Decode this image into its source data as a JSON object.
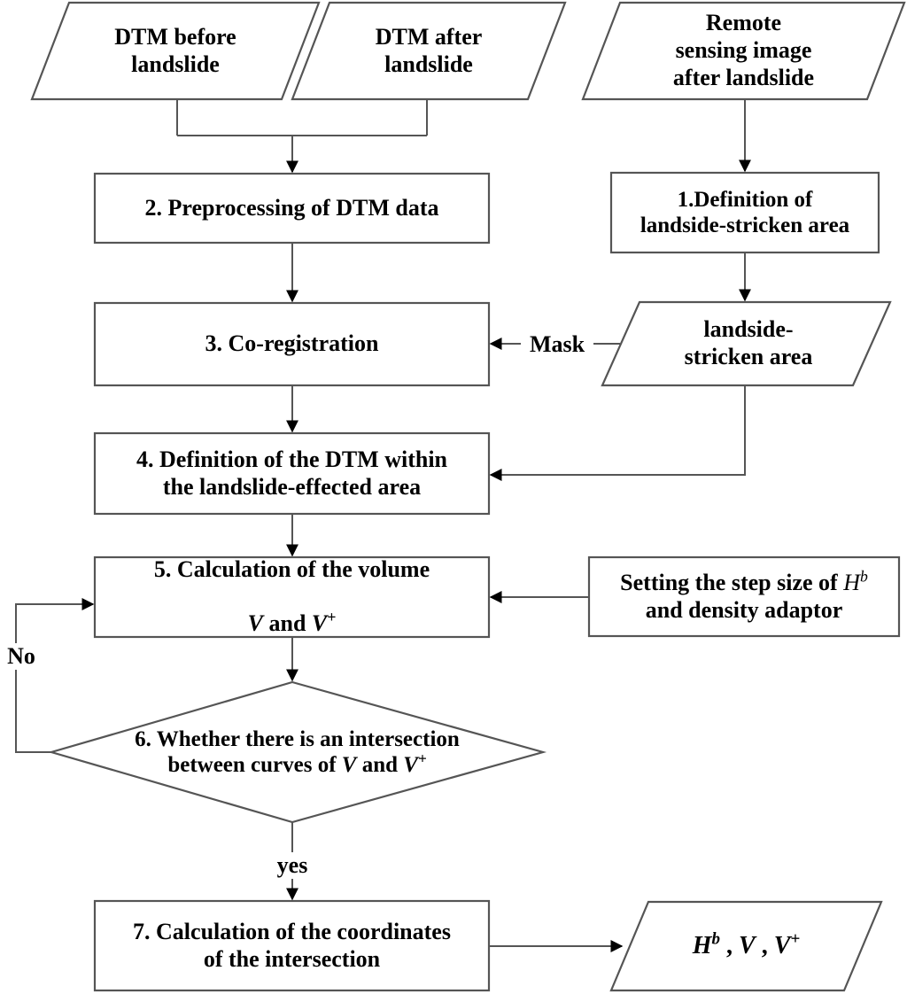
{
  "diagram": {
    "title": "Landslide volume estimation workflow flowchart",
    "stroke_color": "#555555",
    "text_color": "#000000",
    "background_color": "#ffffff",
    "arrowhead_color": "#000000"
  },
  "nodes": {
    "dtm_before": {
      "id": "dtm-before-landslide",
      "shape": "parallelogram",
      "label": "DTM before\nlandslide"
    },
    "dtm_after": {
      "id": "dtm-after-landslide",
      "shape": "parallelogram",
      "label": "DTM after\nlandslide"
    },
    "remote_image": {
      "id": "remote-sensing-image-after-landslide",
      "shape": "parallelogram",
      "label": "Remote\nsensing image\nafter landslide"
    },
    "step1": {
      "id": "definition-of-landside-stricken-area",
      "shape": "process",
      "label": "1.Definition of\nlandside-stricken area"
    },
    "step2": {
      "id": "preprocessing-of-dtm-data",
      "shape": "process",
      "label": "2. Preprocessing of DTM data"
    },
    "stricken_area": {
      "id": "landside-stricken-area-data",
      "shape": "parallelogram",
      "label": "landside-\nstricken area"
    },
    "step3": {
      "id": "co-registration",
      "shape": "process",
      "label": "3. Co-registration"
    },
    "step4": {
      "id": "definition-of-dtm-within-landslide-effected-area",
      "shape": "process",
      "label": "4. Definition of the DTM within\nthe landslide-effected area"
    },
    "step5": {
      "id": "calculation-of-the-volume",
      "shape": "process",
      "line1": "5. Calculation of the volume",
      "line2_prefix": "",
      "line2_var1": "V",
      "line2_mid": " and ",
      "line2_var2": "V",
      "line2_var2_sup": "+"
    },
    "settings": {
      "id": "setting-step-size-and-density-adaptor",
      "shape": "process",
      "line1_prefix": "Setting the step size of ",
      "line1_var": "H",
      "line1_var_sup": "b",
      "line2": "and density adaptor"
    },
    "step6": {
      "id": "whether-intersection-exists-decision",
      "shape": "decision",
      "line1": "6. Whether there is an intersection",
      "line2_prefix": "between curves of ",
      "line2_var1": "V",
      "line2_mid": " and ",
      "line2_var2": "V",
      "line2_var2_sup": "+"
    },
    "step7": {
      "id": "calculation-of-the-coordinates-of-the-intersection",
      "shape": "process",
      "label": "7. Calculation of the coordinates\nof the intersection"
    },
    "output": {
      "id": "output-results",
      "shape": "parallelogram",
      "var1": "H",
      "var1_sup": "b",
      "sep1": " , ",
      "var2": "V",
      "sep2": " , ",
      "var3": "V",
      "var3_sup": "+"
    }
  },
  "edge_labels": {
    "mask": "Mask",
    "no": "No",
    "yes": "yes"
  }
}
